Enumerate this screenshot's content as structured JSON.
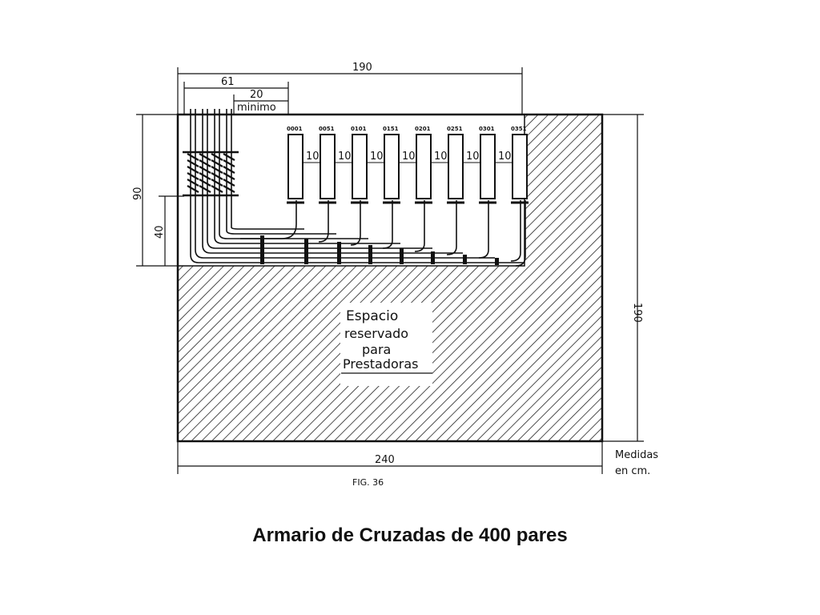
{
  "figure": {
    "dimensions": {
      "top_total": "190",
      "top_left": "61",
      "top_inner": "20",
      "minimum": "minimo",
      "left_total": "90",
      "left_lower": "40",
      "right_total": "190",
      "bottom_total": "240",
      "spacing": [
        "10",
        "10",
        "10",
        "10",
        "10",
        "10",
        "10"
      ]
    },
    "block_codes": [
      "0001",
      "0051",
      "0101",
      "0151",
      "0201",
      "0251",
      "0301",
      "0351"
    ],
    "reserved_area": [
      "Espacio",
      "reservado",
      "para",
      "Prestadoras"
    ],
    "units_note": [
      "Medidas",
      "en cm."
    ],
    "fig_label": "FIG. 36"
  },
  "caption": "Armario de Cruzadas de 400 pares"
}
